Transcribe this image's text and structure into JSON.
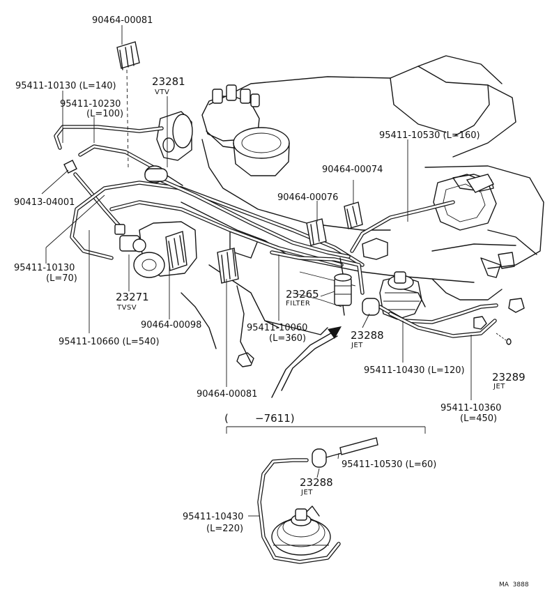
{
  "labels": {
    "clamp_top": "90464-00081",
    "hose_140": "95411-10130 (L=140)",
    "hose_100_code": "95411-10230",
    "hose_100_len": "(L=100)",
    "vtv_num": "23281",
    "vtv_name": "VTV",
    "connector": "90413-04001",
    "hose_70_code": "95411-10130",
    "hose_70_len": "(L=70)",
    "tvsv_num": "23271",
    "tvsv_name": "TVSV",
    "hose_540": "95411-10660 (L=540)",
    "clamp_98": "90464-00098",
    "clamp_76": "90464-00076",
    "clamp_74": "90464-00074",
    "hose_160": "95411-10530 (L=160)",
    "filter_num": "23265",
    "filter_name": "FILTER",
    "hose_360_code": "95411-10060",
    "hose_360_len": "(L=360)",
    "jet_num": "23288",
    "jet_name": "JET",
    "hose_120": "95411-10430 (L=120)",
    "jet2_num": "23289",
    "jet2_name": "JET",
    "hose_450_code": "95411-10360",
    "hose_450_len": "(L=450)",
    "clamp_bottom": "90464-00081",
    "inset_range": "(        −7611)",
    "inset_hose_60": "95411-10530 (L=60)",
    "inset_jet_num": "23288",
    "inset_jet_name": "JET",
    "inset_hose_220_code": "95411-10430",
    "inset_hose_220_len": "(L=220)",
    "drawing_id": "MA  3888"
  }
}
